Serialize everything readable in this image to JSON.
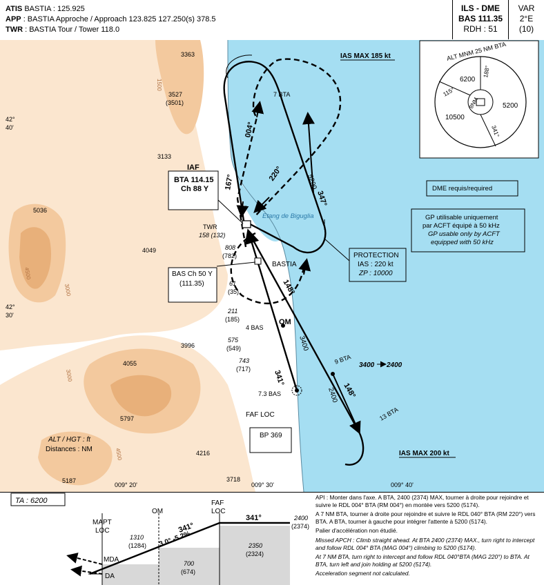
{
  "header": {
    "atis_label": "ATIS",
    "atis_value": "BASTIA : 125.925",
    "app_label": "APP",
    "app_value": ": BASTIA Approche / Approach 123.825 127.250(s) 378.5",
    "twr_label": "TWR",
    "twr_value": ": BASTIA Tour / Tower 118.0",
    "ils_title": "ILS - DME",
    "ils_ident": "BAS 111.35",
    "rdh": "RDH : 51",
    "var_label": "VAR",
    "var_value": "2°E",
    "var_year": "(10)"
  },
  "map": {
    "colors": {
      "sea": "#a5def2",
      "land": "#ffffff",
      "relief1": "#fbe6cf",
      "relief2": "#f3c99e",
      "relief3": "#e8b07a"
    },
    "ias_max_185": "IAS MAX 185 kt",
    "ias_max_200": "IAS MAX 200 kt",
    "msa": {
      "title": "ALT MNM 25 NM BTA",
      "s1": "6200",
      "s2": "188°",
      "s3": "115°",
      "s4": "8NM",
      "s5": "10500",
      "s6": "5200",
      "s7": "341°"
    },
    "iaf": {
      "title": "IAF",
      "name": "BTA 114.15",
      "ch": "Ch 88 Y"
    },
    "bas": {
      "name": "BAS Ch 50 Y",
      "freq": "(111.35)"
    },
    "bp": {
      "name": "BP 369"
    },
    "twr": {
      "label": "TWR",
      "alt": "158 (132)"
    },
    "etang": "Etang de Biguglia",
    "bastia": "BASTIA",
    "dme_required": "DME requis/required",
    "gp_fr1": "GP utilisable uniquement",
    "gp_fr2": "par ACFT équipé à 50 kHz",
    "gp_en1": "GP usable only by ACFT",
    "gp_en2": "equipped with 50 kHz",
    "protection": "PROTECTION",
    "protection_ias": "IAS : 220 kt",
    "protection_zp": "ZP : 10000",
    "tracks": {
      "t004": "004°",
      "t167": "167°",
      "t220": "220°",
      "t347": "347°",
      "t148a": "148°",
      "t148b": "148°",
      "t341": "341°"
    },
    "bta7": "7 BTA",
    "bta9": "9 BTA",
    "bta13": "13 BTA",
    "bas4": "4 BAS",
    "bas73": "7.3 BAS",
    "alt3400": "3400",
    "alt2400": "2400",
    "alt5200": "5200",
    "alt_3400_2400": "3400",
    "alt_arrow_2400": "2400",
    "om": "OM",
    "faf_loc": "FAF LOC",
    "lat42_40_deg": "42°",
    "lat42_40_min": "40'",
    "lat42_30_deg": "42°",
    "lat42_30_min": "30'",
    "lon_0920": "009° 20'",
    "lon_0930": "009° 30'",
    "lon_0940": "009° 40'",
    "alt_hgt": "ALT / HGT : ft",
    "distances": "Distances : NM",
    "spot": {
      "s3363": "3363",
      "s3527": "3527",
      "s3501": "(3501)",
      "s3133": "3133",
      "s5036": "5036",
      "s4049": "4049",
      "s808": "808",
      "s782": "(782)",
      "s61": "61",
      "s35": "(35)",
      "s211": "211",
      "s185": "(185)",
      "s575": "575",
      "s549": "(549)",
      "s743": "743",
      "s717": "(717)",
      "s3996": "3996",
      "s4055": "4055",
      "s5797": "5797",
      "s4216": "4216",
      "s3718": "3718",
      "s5187": "5187"
    },
    "contours": {
      "c1500": "1500",
      "c3000a": "3000",
      "c4500a": "4500",
      "c3000b": "3000",
      "c4500b": "4500"
    }
  },
  "profile": {
    "ta": "TA : 6200",
    "mapt": "MAPT",
    "loc": "LOC",
    "om": "OM",
    "faf": "FAF",
    "faf_loc": "LOC",
    "mda": "MDA",
    "da": "DA",
    "t341a": "341°",
    "t341b": "341°",
    "gradient": "3.0° -5.2%",
    "a1310": "1310",
    "a1284": "(1284)",
    "a700": "700",
    "a674": "(674)",
    "a2350": "2350",
    "a2324": "(2324)",
    "a2400": "2400",
    "a2374": "(2374)"
  },
  "notes": {
    "fr1": "API : Monter dans l'axe. A BTA, 2400 (2374) MAX, tourner à droite pour rejoindre et suivre le RDL 004° BTA (RM 004°) en montée vers 5200 (5174).",
    "fr2": "A 7 NM BTA, tourner à droite pour rejoindre et suivre le RDL 040° BTA (RM 220°) vers BTA. A BTA, tourner à gauche pour intégrer l'attente à 5200 (5174).",
    "fr3": "Palier d'accélération non étudié.",
    "en1": "Missed APCH : Climb straight ahead. At BTA 2400 (2374) MAX., turn right to intercept and follow RDL 004° BTA (MAG 004°) climbing to 5200 (5174).",
    "en2": "At 7 NM BTA, turn right to intercept and follow RDL 040°BTA (MAG 220°) to BTA. At BTA, turn left and join holding at 5200 (5174).",
    "en3": "Acceleration segment not calculated."
  }
}
